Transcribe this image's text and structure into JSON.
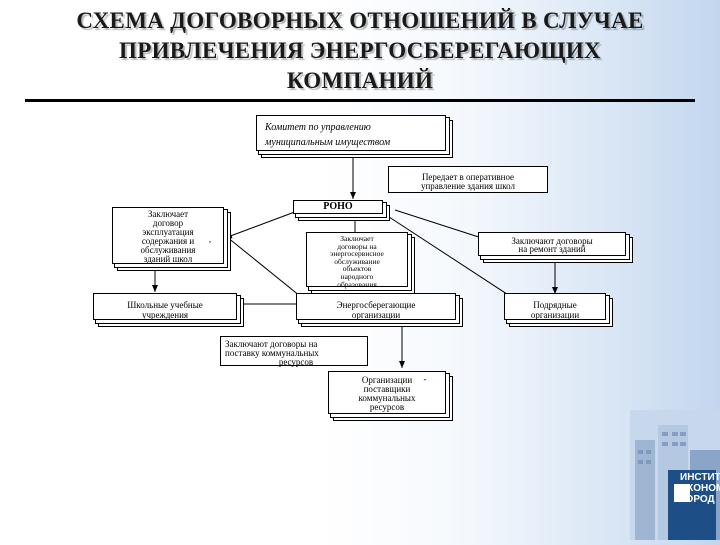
{
  "title": {
    "line1": "СХЕМА ДОГОВОРНЫХ ОТНОШЕНИЙ В СЛУЧАЕ",
    "line2": "ПРИВЛЕЧЕНИЯ ЭНЕРГОСБЕРЕГАЮЩИХ",
    "line3": "КОМПАНИЙ"
  },
  "nodes": {
    "committee": {
      "line1": "Комитет по управлению",
      "line2": "муниципальным имуществом"
    },
    "transfer": {
      "line1": "Передает в оперативное",
      "line2": "управление здания школ"
    },
    "rono": "РОНО",
    "left_contract": {
      "lines": [
        "Заключает",
        "договор",
        "эксплуатация",
        "содержания и",
        "обслуживания",
        "зданий школ"
      ],
      "mark": ","
    },
    "center_contract": {
      "lines": [
        "Заключает",
        "договоры на",
        "энергосервисное",
        "обслуживание",
        "объектов",
        "народного",
        "образования"
      ]
    },
    "repair_contract": {
      "line1": "Заключают договоры",
      "line2": "на ремонт зданий"
    },
    "schools": {
      "line1": "Школьные учебные",
      "line2": "учреждения"
    },
    "esco": {
      "line1": "Энергосберегающие",
      "line2": "организации"
    },
    "contractors": {
      "line1": "Подрядные",
      "line2": "организации"
    },
    "supply_contract": {
      "line1": "Заключают договоры на",
      "line2": "поставку коммунальных",
      "line3": "ресурсов"
    },
    "suppliers": {
      "lines": [
        "Организации",
        "поставщики",
        "коммунальных",
        "ресурсов"
      ],
      "mark": "-"
    }
  },
  "logo": {
    "lines": [
      "ИНСТИТУТ",
      "ЭКОНОМИКИ",
      "ГОРОД"
    ]
  },
  "colors": {
    "accent": "#1d4f86",
    "line": "#000000"
  }
}
